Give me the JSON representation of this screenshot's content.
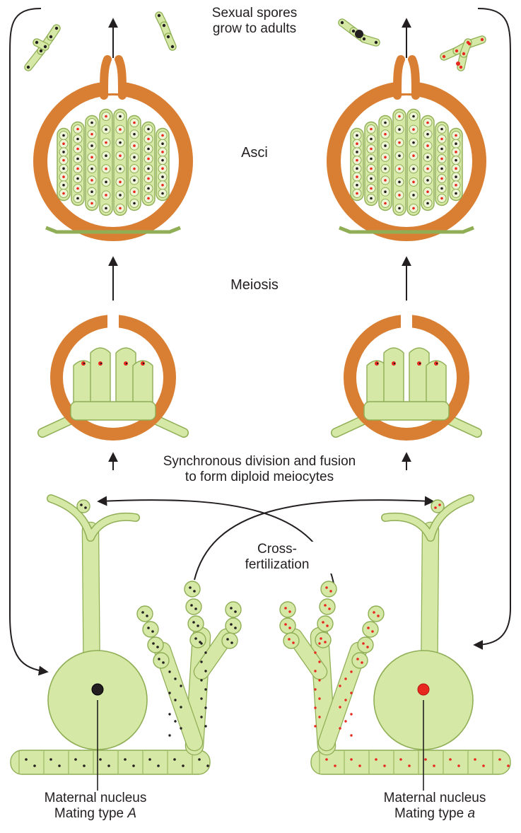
{
  "labels": {
    "spores_line1": "Sexual spores",
    "spores_line2": "grow to adults",
    "asci": "Asci",
    "meiosis": "Meiosis",
    "division_line1": "Synchronous division and fusion",
    "division_line2": "to form diploid meiocytes",
    "cross_line1": "Cross-",
    "cross_line2": "fertilization",
    "maternal_left_line1": "Maternal nucleus",
    "maternal_left_prefix": "Mating type ",
    "maternal_left_type": "A",
    "maternal_right_line1": "Maternal nucleus",
    "maternal_right_prefix": "Mating type ",
    "maternal_right_type": "a"
  },
  "colors": {
    "cell_fill": "#d5e8a5",
    "cell_stroke": "#8fae55",
    "perithecium": "#d97f34",
    "nucleus_A": "#231f20",
    "nucleus_a": "#e8281e",
    "arrow": "#231f20"
  }
}
